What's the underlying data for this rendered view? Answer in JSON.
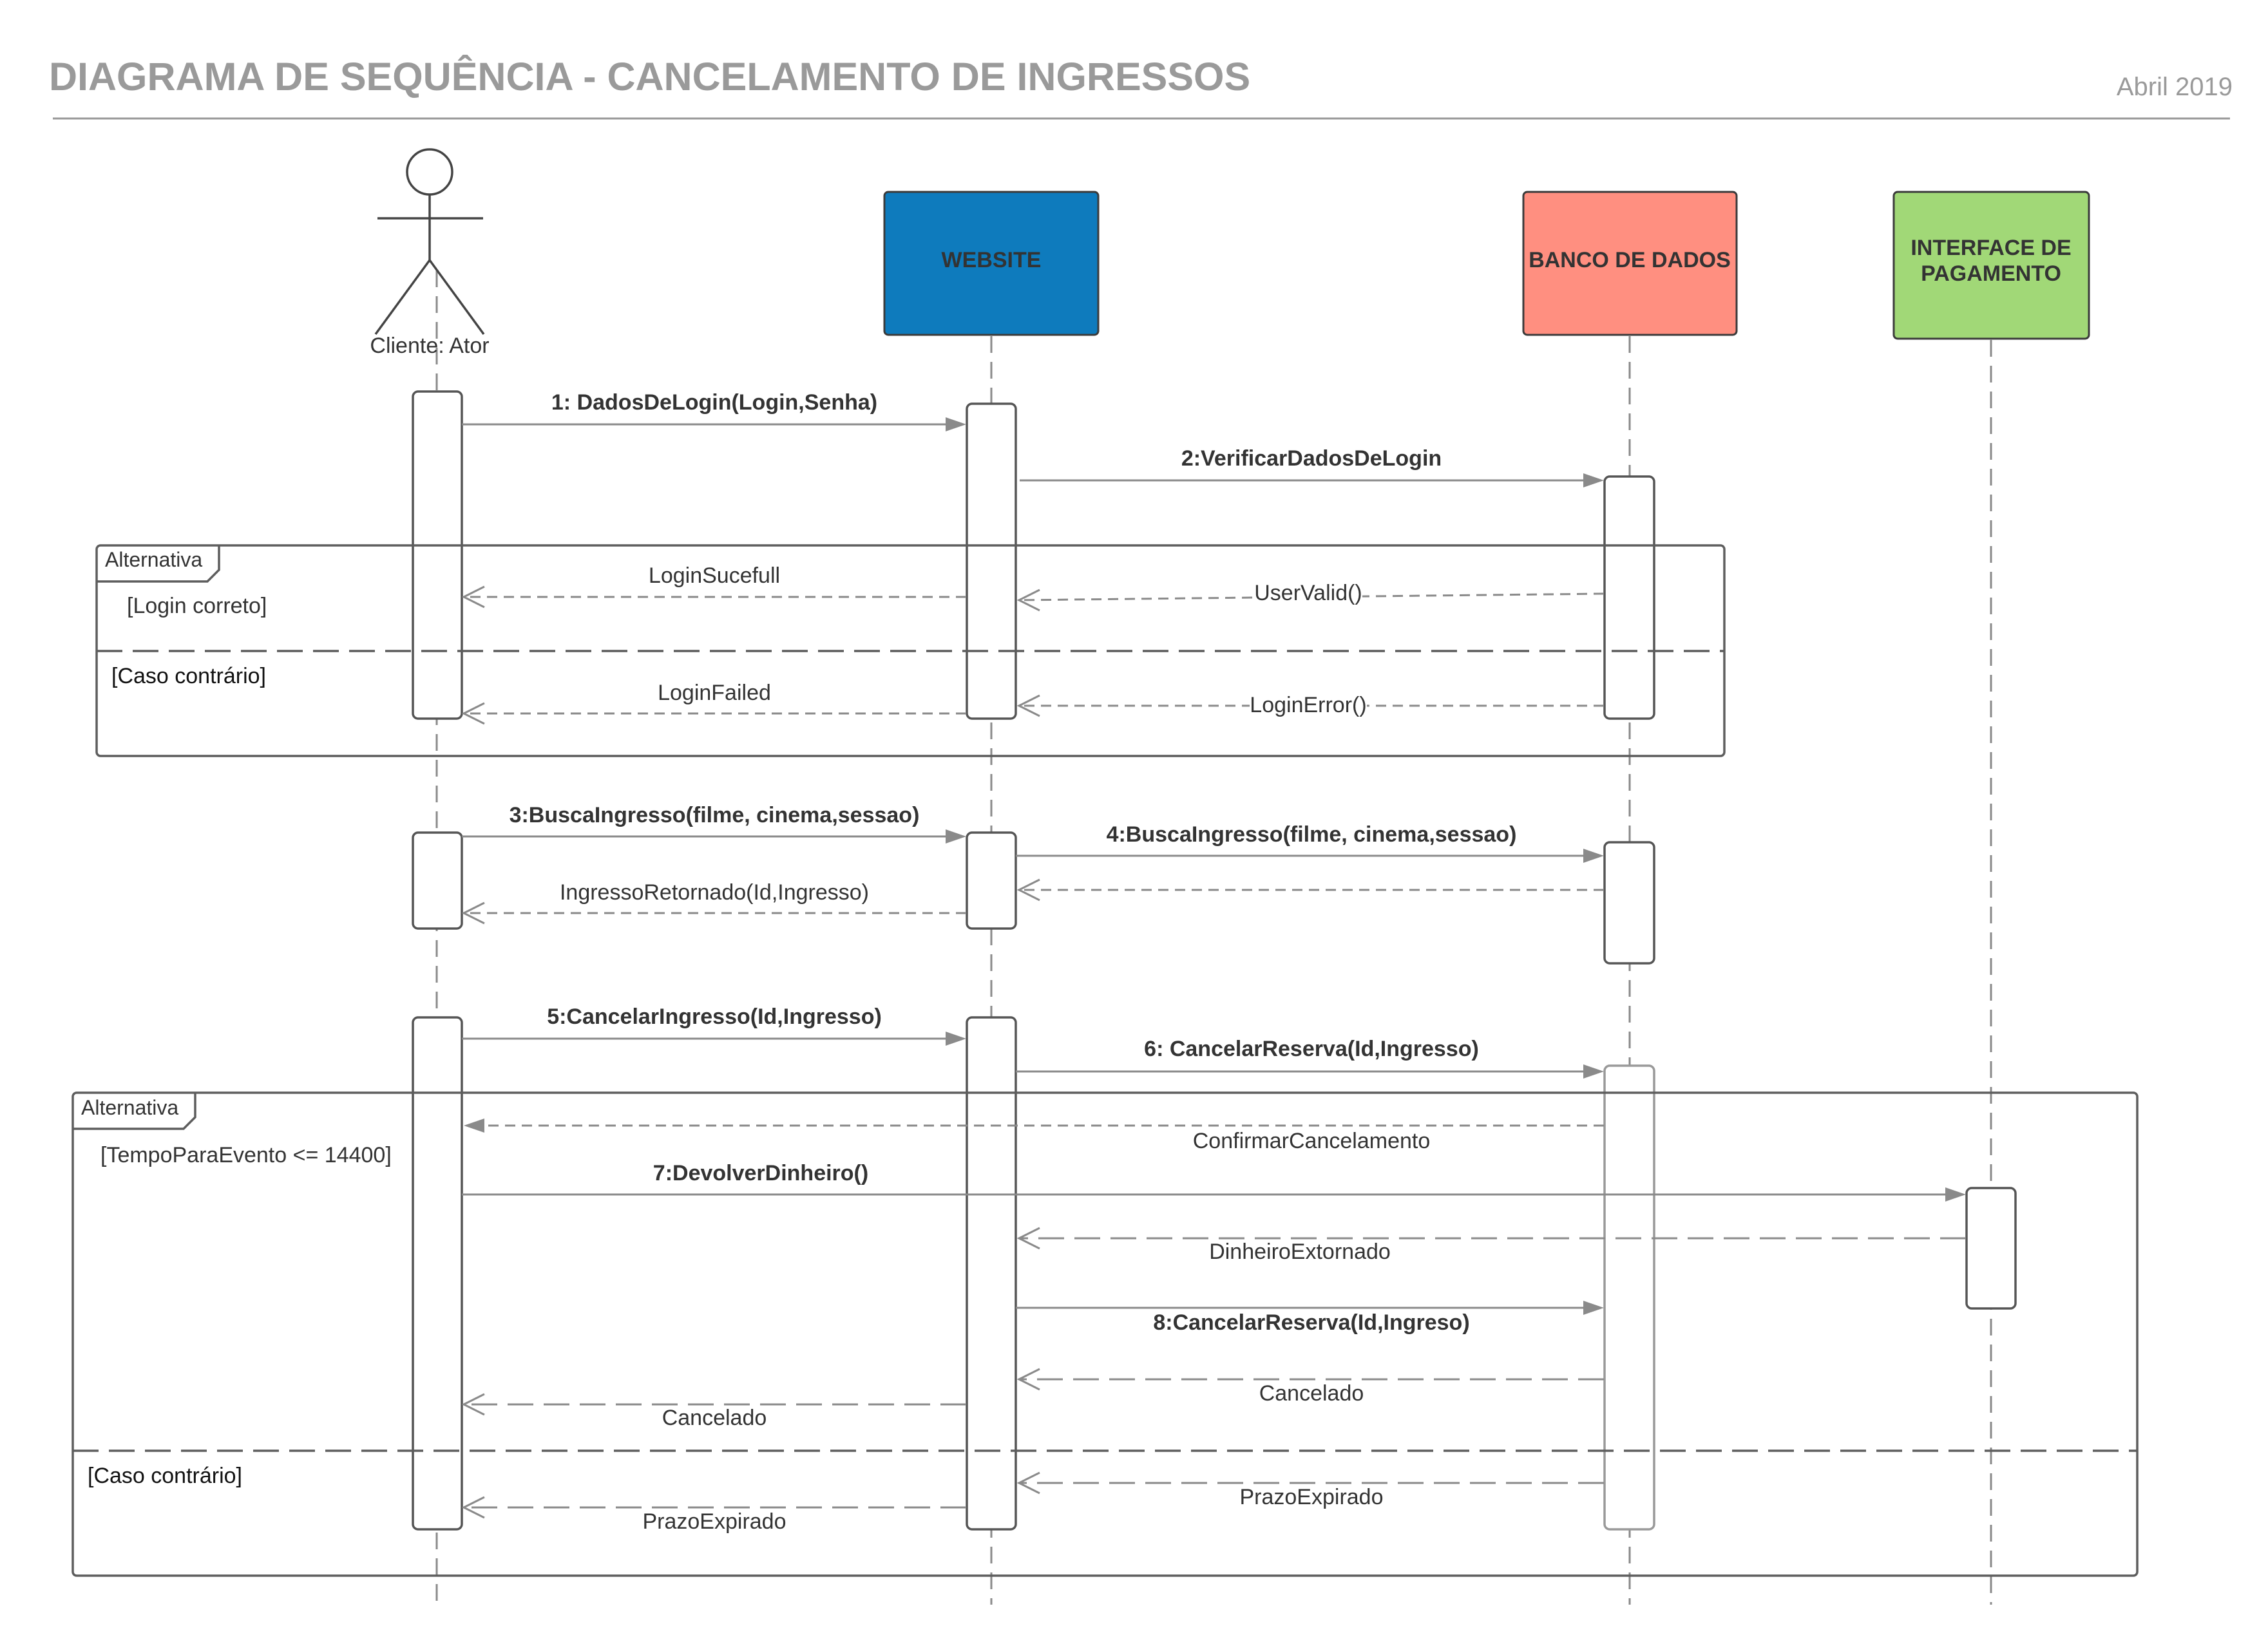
{
  "header": {
    "title": "DIAGRAMA DE SEQUÊNCIA - CANCELAMENTO DE INGRESSOS",
    "date": "Abril 2019"
  },
  "participants": [
    {
      "id": "cliente",
      "label": "Cliente: Ator",
      "kind": "actor"
    },
    {
      "id": "website",
      "label": "WEBSITE",
      "kind": "box",
      "color": "#0e7bbd"
    },
    {
      "id": "banco",
      "label": "BANCO DE DADOS",
      "kind": "box",
      "color": "#ff8f80"
    },
    {
      "id": "pagamento",
      "label_lines": [
        "INTERFACE DE",
        "PAGAMENTO"
      ],
      "kind": "box",
      "color": "#a1d877"
    }
  ],
  "frames": [
    {
      "name": "Alternativa",
      "guard": "[Login correto]",
      "else_guard": "[Caso contrário]"
    },
    {
      "name": "Alternativa",
      "guard": "[TempoParaEvento <= 14400]",
      "else_guard": "[Caso contrário]"
    }
  ],
  "messages": [
    {
      "label": "1: DadosDeLogin(Login,Senha)",
      "from": "cliente",
      "to": "website",
      "type": "call"
    },
    {
      "label": "2:VerificarDadosDeLogin",
      "from": "website",
      "to": "banco",
      "type": "call"
    },
    {
      "label": "LoginSucefull",
      "from": "website",
      "to": "cliente",
      "type": "return"
    },
    {
      "label": "UserValid()",
      "from": "banco",
      "to": "website",
      "type": "return"
    },
    {
      "label": "LoginFailed",
      "from": "website",
      "to": "cliente",
      "type": "return"
    },
    {
      "label": "LoginError()",
      "from": "banco",
      "to": "website",
      "type": "return"
    },
    {
      "label": "3:BuscaIngresso(filme, cinema,sessao)",
      "from": "cliente",
      "to": "website",
      "type": "call"
    },
    {
      "label": "4:BuscaIngresso(filme, cinema,sessao)",
      "from": "website",
      "to": "banco",
      "type": "call"
    },
    {
      "label": "IngressoRetornado(Id,Ingresso)",
      "from": "website",
      "to": "cliente",
      "type": "return"
    },
    {
      "label": "",
      "from": "banco",
      "to": "website",
      "type": "return"
    },
    {
      "label": "5:CancelarIngresso(Id,Ingresso)",
      "from": "cliente",
      "to": "website",
      "type": "call"
    },
    {
      "label": "6: CancelarReserva(Id,Ingresso)",
      "from": "website",
      "to": "banco",
      "type": "call"
    },
    {
      "label": "ConfirmarCancelamento",
      "from": "banco",
      "to": "cliente",
      "type": "return"
    },
    {
      "label": "7:DevolverDinheiro()",
      "from": "cliente",
      "to": "pagamento",
      "type": "call"
    },
    {
      "label": "DinheiroExtornado",
      "from": "pagamento",
      "to": "website",
      "type": "return"
    },
    {
      "label": "8:CancelarReserva(Id,Ingreso)",
      "from": "website",
      "to": "banco",
      "type": "call"
    },
    {
      "label": "Cancelado",
      "from": "banco",
      "to": "website",
      "type": "return"
    },
    {
      "label": "Cancelado",
      "from": "website",
      "to": "cliente",
      "type": "return"
    },
    {
      "label": "PrazoExpirado",
      "from": "banco",
      "to": "website",
      "type": "return"
    },
    {
      "label": "PrazoExpirado",
      "from": "website",
      "to": "cliente",
      "type": "return"
    }
  ]
}
